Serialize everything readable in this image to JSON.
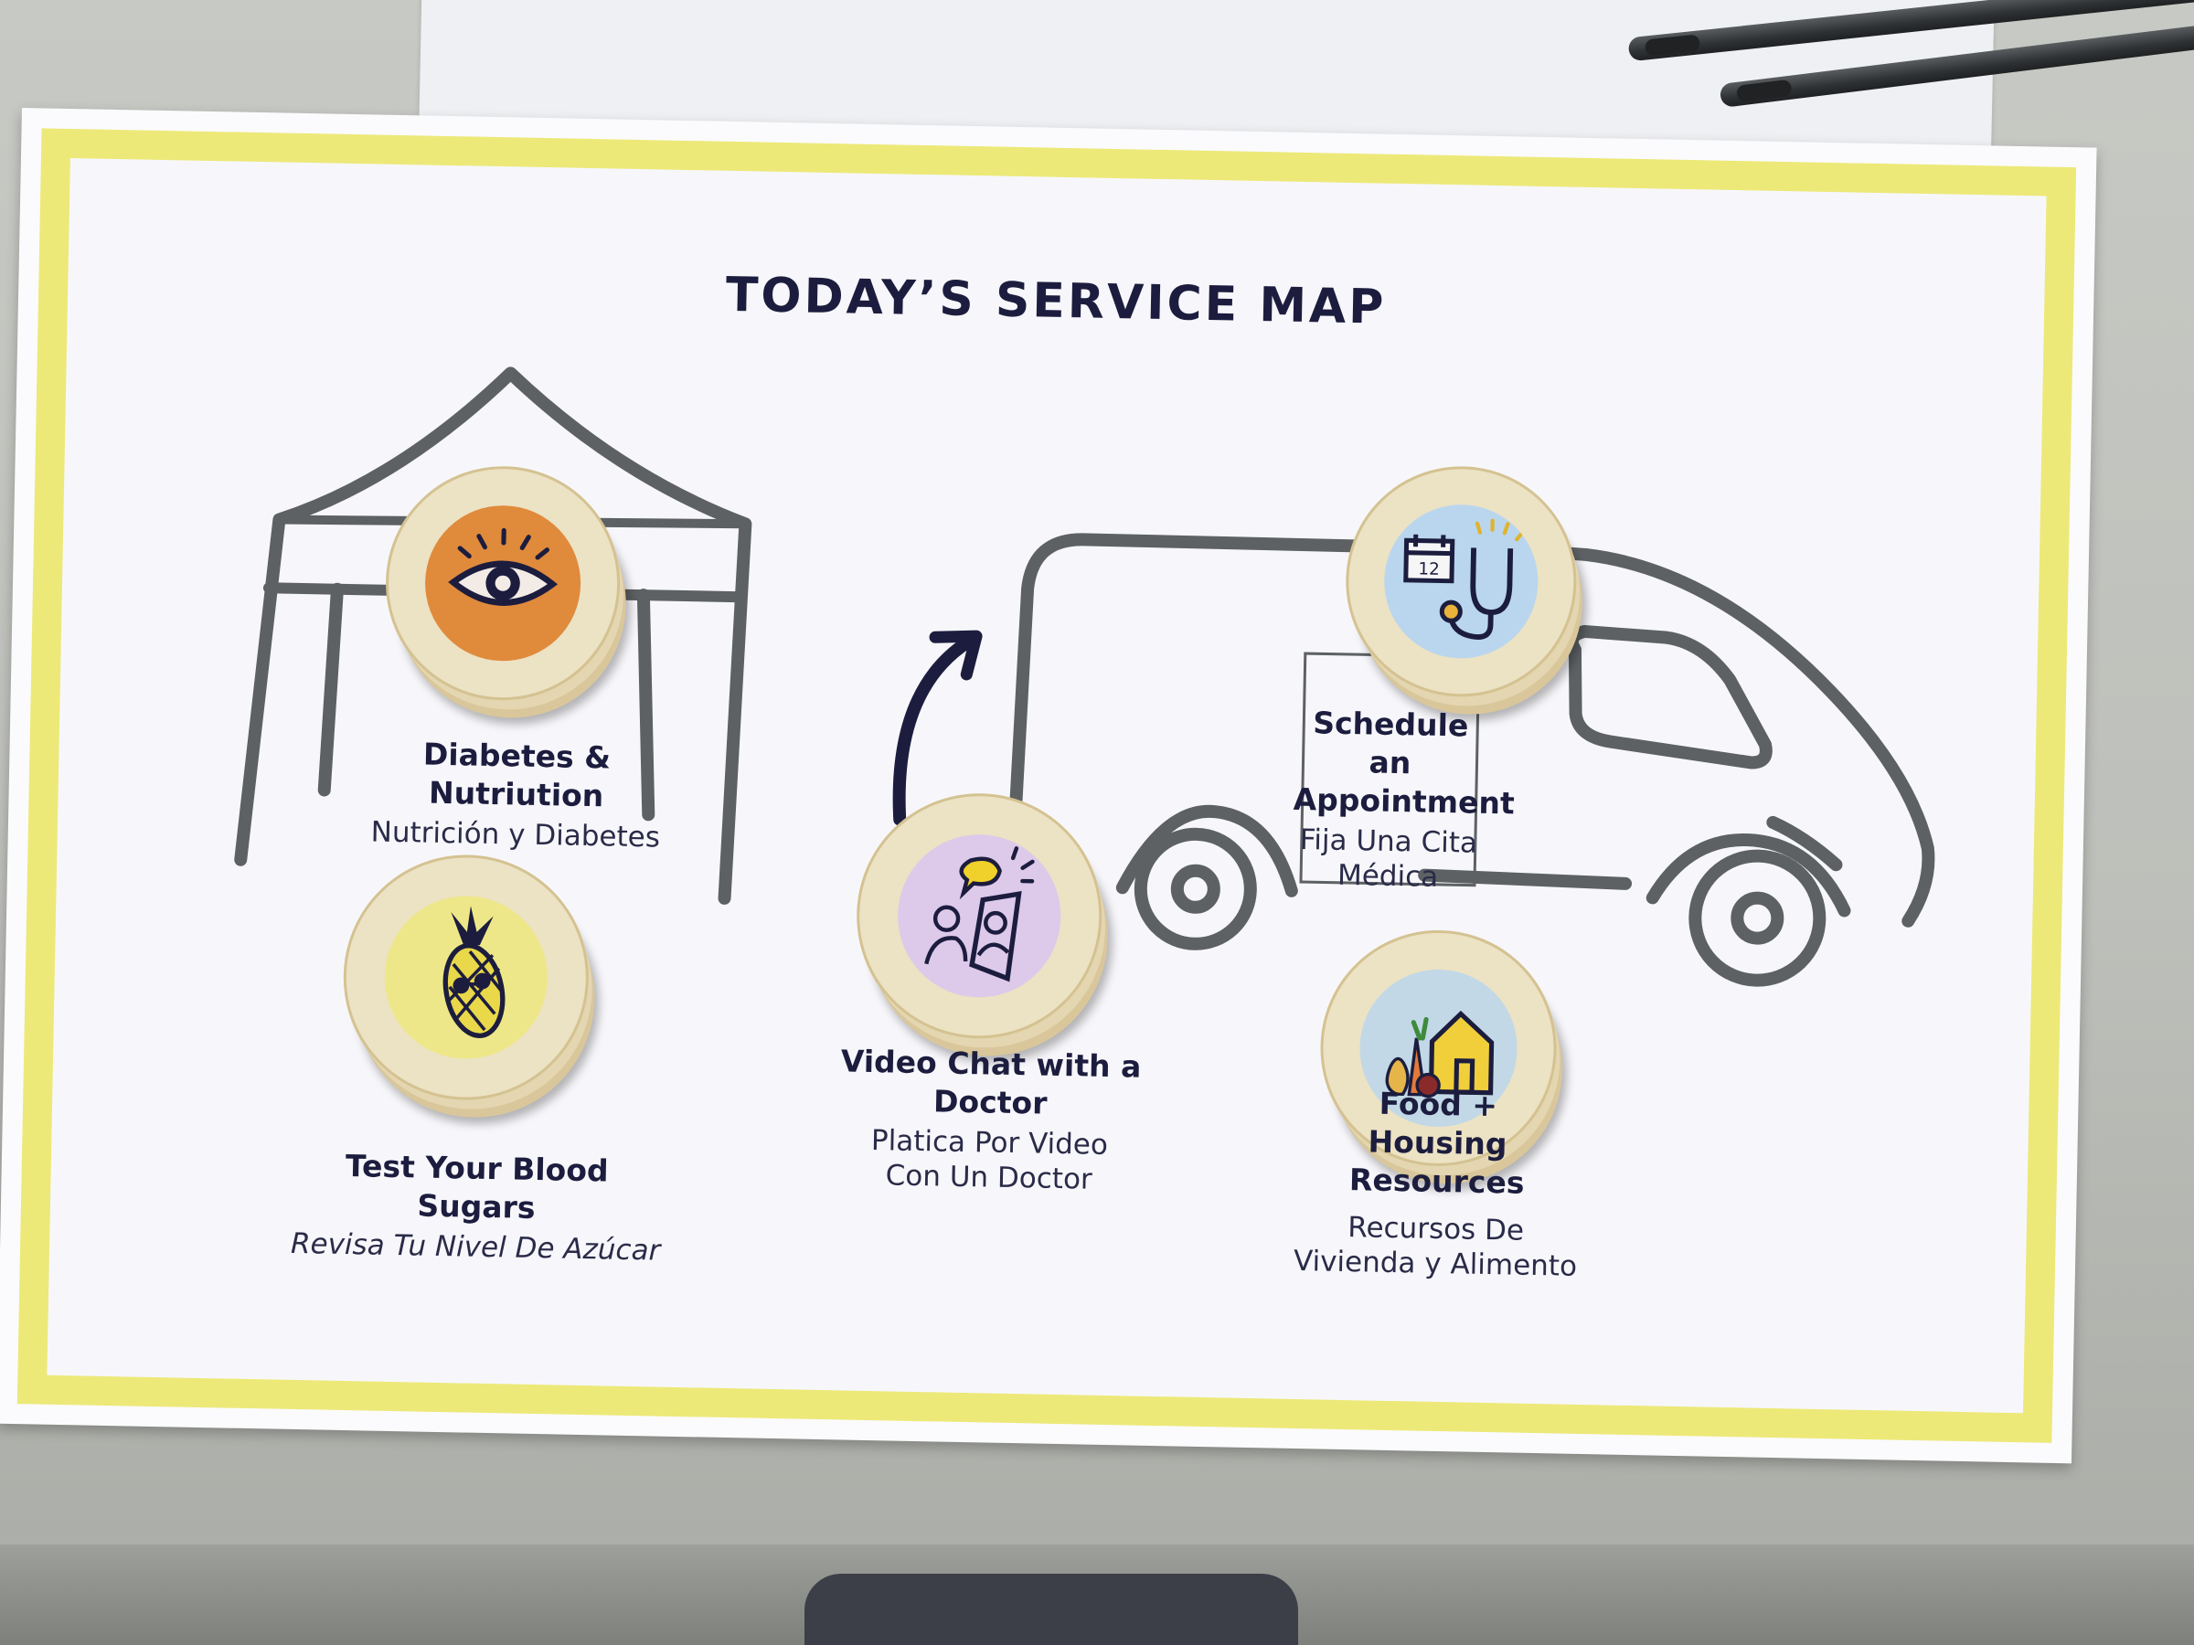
{
  "poster": {
    "title": "TODAY’S SERVICE MAP",
    "colors": {
      "border": "#ece979",
      "ink": "#1c1d3e",
      "outline": "#5d6164"
    }
  },
  "services": [
    {
      "title": "Diabetes & Nutriution",
      "subtitle": "Nutrición y Diabetes",
      "icon": "eye-icon",
      "color": "#e08a3c"
    },
    {
      "title": "Test Your Blood Sugars",
      "subtitle": "Revisa Tu Nivel De Azúcar",
      "icon": "pineapple-icon",
      "color": "#eee789"
    },
    {
      "title": "Video Chat with a Doctor",
      "subtitle": "Platica Por Video Con Un Doctor",
      "icon": "video-chat-icon",
      "color": "#ddc9ea"
    },
    {
      "title": "Schedule an Appointment",
      "subtitle": "Fija Una Cita Médica",
      "icon": "calendar-stethoscope-icon",
      "color": "#b9d6ee"
    },
    {
      "title": "Food + Housing Resources",
      "subtitle": "Recursos De Vivienda y Alimento",
      "icon": "house-food-icon",
      "color": "#c2d8e6"
    }
  ]
}
